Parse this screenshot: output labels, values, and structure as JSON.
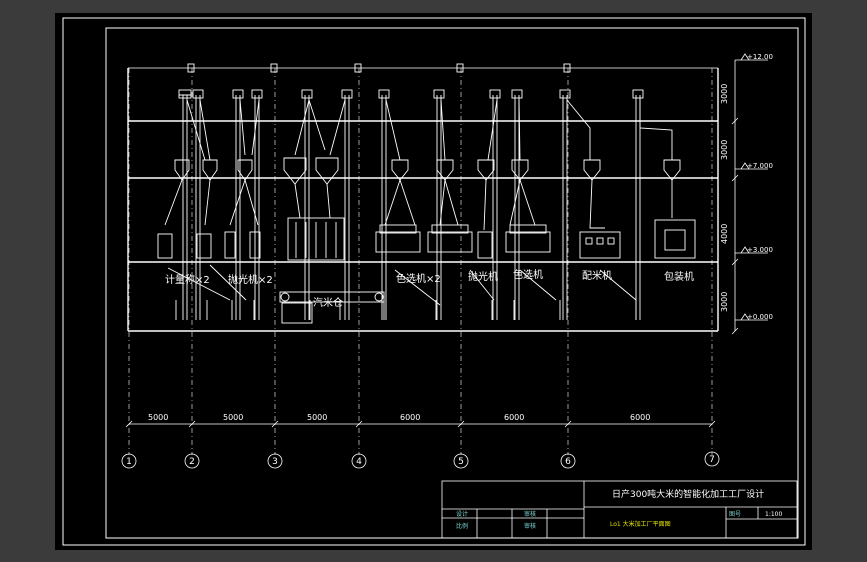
{
  "drawing": {
    "title": "日产300吨大米的智能化加工工厂设计",
    "subtitle": "Lo1 大米加工厂平面图",
    "tb_labels": [
      "设计",
      "审核",
      "图号",
      "比例"
    ],
    "tb_values": [
      "",
      "",
      "",
      "1:100"
    ],
    "colors": {
      "background": "#000000",
      "frame": "#ffffff",
      "floor": "#ffffff",
      "equipment": "#ffffff",
      "text_white": "#ffffff",
      "text_cyan": "#7fd6d6",
      "text_yellow": "#e6e600",
      "page_bg": "#3b3b3b"
    }
  },
  "elevations": [
    "+12.00",
    "+7.000",
    "+3.000",
    "+0.000"
  ],
  "heights": [
    "3000",
    "3000",
    "4000",
    "3000"
  ],
  "spans": [
    "5000",
    "5000",
    "5000",
    "6000",
    "6000",
    "6000"
  ],
  "axes": [
    "1",
    "2",
    "3",
    "4",
    "5",
    "6",
    "7"
  ],
  "machines": [
    {
      "label": "计量称×2"
    },
    {
      "label": "抛光机×2"
    },
    {
      "label": "汽米仓"
    },
    {
      "label": "色选机×2"
    },
    {
      "label": "抛光机"
    },
    {
      "label": "色选机"
    },
    {
      "label": "配米机"
    },
    {
      "label": "包装机"
    }
  ]
}
